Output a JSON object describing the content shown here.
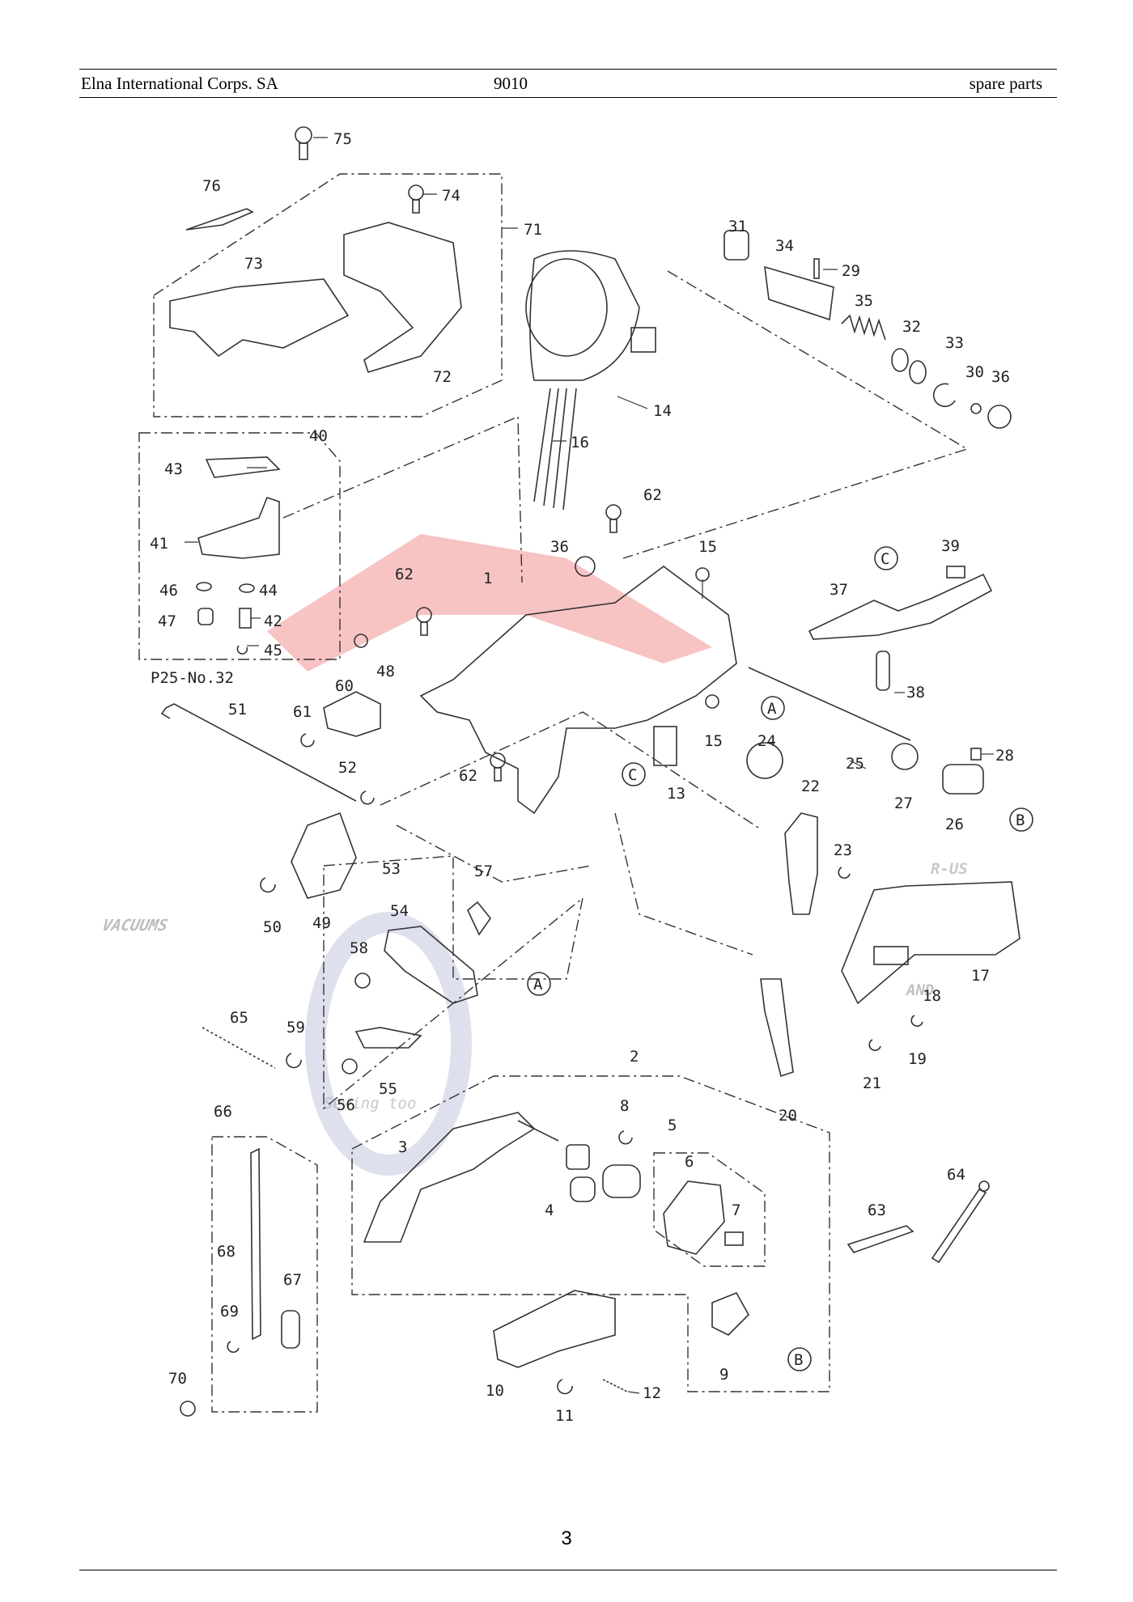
{
  "header": {
    "company": "Elna International Corps. SA",
    "model": "9010",
    "section": "spare parts"
  },
  "page_number": "3",
  "diagram": {
    "reference_note": "P25-No.32",
    "callouts": {
      "p1": "1",
      "p2": "2",
      "p3": "3",
      "p4": "4",
      "p5": "5",
      "p6": "6",
      "p7": "7",
      "p8": "8",
      "p9": "9",
      "p10": "10",
      "p11": "11",
      "p12": "12",
      "p13": "13",
      "p14": "14",
      "p15a": "15",
      "p15b": "15",
      "p16": "16",
      "p17": "17",
      "p18": "18",
      "p19": "19",
      "p20": "20",
      "p21": "21",
      "p22": "22",
      "p23": "23",
      "p24": "24",
      "p25": "25",
      "p26": "26",
      "p27": "27",
      "p28": "28",
      "p29": "29",
      "p30": "30",
      "p31": "31",
      "p32": "32",
      "p33": "33",
      "p34": "34",
      "p35": "35",
      "p36a": "36",
      "p36b": "36",
      "p37": "37",
      "p38": "38",
      "p39": "39",
      "p40": "40",
      "p41": "41",
      "p42": "42",
      "p43": "43",
      "p44": "44",
      "p45": "45",
      "p46": "46",
      "p47": "47",
      "p48": "48",
      "p49": "49",
      "p50": "50",
      "p51": "51",
      "p52": "52",
      "p53": "53",
      "p54": "54",
      "p55": "55",
      "p56": "56",
      "p57": "57",
      "p58": "58",
      "p59": "59",
      "p60": "60",
      "p61": "61",
      "p62a": "62",
      "p62b": "62",
      "p62c": "62",
      "p63": "63",
      "p64": "64",
      "p65": "65",
      "p66": "66",
      "p67": "67",
      "p68": "68",
      "p69": "69",
      "p70": "70",
      "p71": "71",
      "p72": "72",
      "p73": "73",
      "p74": "74",
      "p75": "75",
      "p76": "76"
    },
    "connectors": {
      "a1": "A",
      "a2": "A",
      "b1": "B",
      "b2": "B",
      "c1": "C",
      "c2": "C"
    }
  },
  "watermark": {
    "line1": "VACUUMS",
    "line2": "Sewing too",
    "badge_top": "R-US",
    "badge_bottom": "AND"
  },
  "colors": {
    "watermark_red": "#e63a3a",
    "watermark_blue": "#5a5fa8",
    "watermark_gray": "#8a8a8a",
    "line": "#333333"
  }
}
